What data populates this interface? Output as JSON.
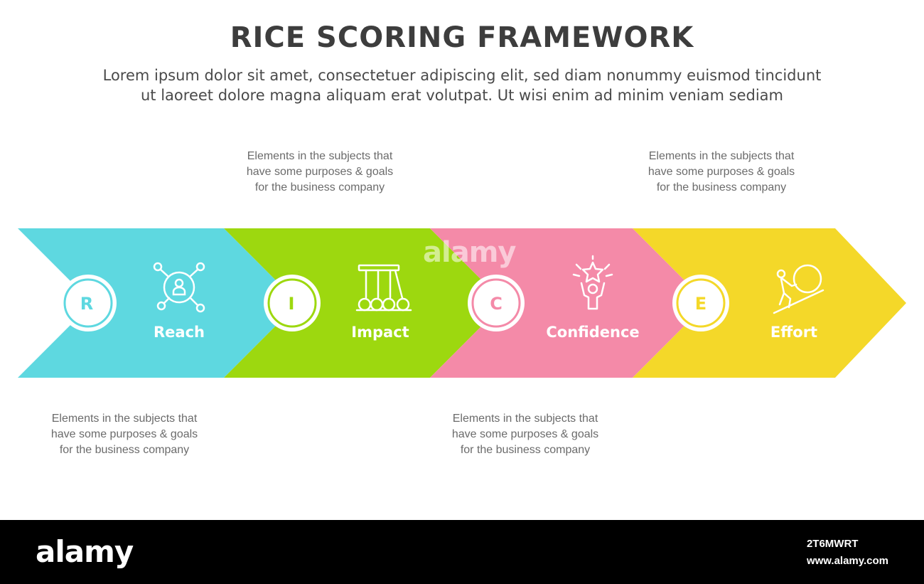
{
  "header": {
    "title": "RICE SCORING FRAMEWORK",
    "subtitle_line1": "Lorem ipsum dolor sit amet, consectetuer adipiscing elit, sed diam nonummy euismod tincidunt",
    "subtitle_line2": "ut laoreet dolore magna aliquam erat volutpat. Ut wisi enim ad minim veniam sediam"
  },
  "steps": [
    {
      "letter": "R",
      "label": "Reach",
      "icon": "network-person-icon",
      "color": "#5ed8e0"
    },
    {
      "letter": "I",
      "label": "Impact",
      "icon": "newtons-cradle-icon",
      "color": "#9dd80f"
    },
    {
      "letter": "C",
      "label": "Confidence",
      "icon": "star-achiever-icon",
      "color": "#f48aa8"
    },
    {
      "letter": "E",
      "label": "Effort",
      "icon": "pushing-boulder-icon",
      "color": "#f4d829"
    }
  ],
  "descriptions": {
    "top_impact": {
      "line1": "Elements in the subjects that",
      "line2": "have  some purposes & goals",
      "line3": "for the  business company"
    },
    "top_effort": {
      "line1": "Elements in the subjects that",
      "line2": "have  some purposes & goals",
      "line3": "for the  business company"
    },
    "bottom_reach": {
      "line1": "Elements in the subjects that",
      "line2": "have  some purposes & goals",
      "line3": "for the  business company"
    },
    "bottom_confidence": {
      "line1": "Elements in the subjects that",
      "line2": "have  some purposes & goals",
      "line3": "for the  business company"
    }
  },
  "footer": {
    "logo": "alamy",
    "image_id": "2T6MWRT",
    "url": "www.alamy.com"
  },
  "watermark": "alamy"
}
